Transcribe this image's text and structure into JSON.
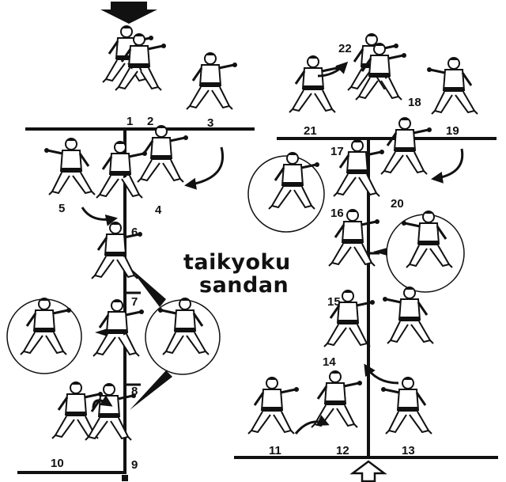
{
  "title_line1": "taikyoku",
  "title_line2": "sandan",
  "steps": [
    "1",
    "2",
    "3",
    "4",
    "5",
    "6",
    "7",
    "8",
    "9",
    "10",
    "11",
    "12",
    "13",
    "14",
    "15",
    "16",
    "17",
    "18",
    "19",
    "20",
    "21",
    "22"
  ]
}
